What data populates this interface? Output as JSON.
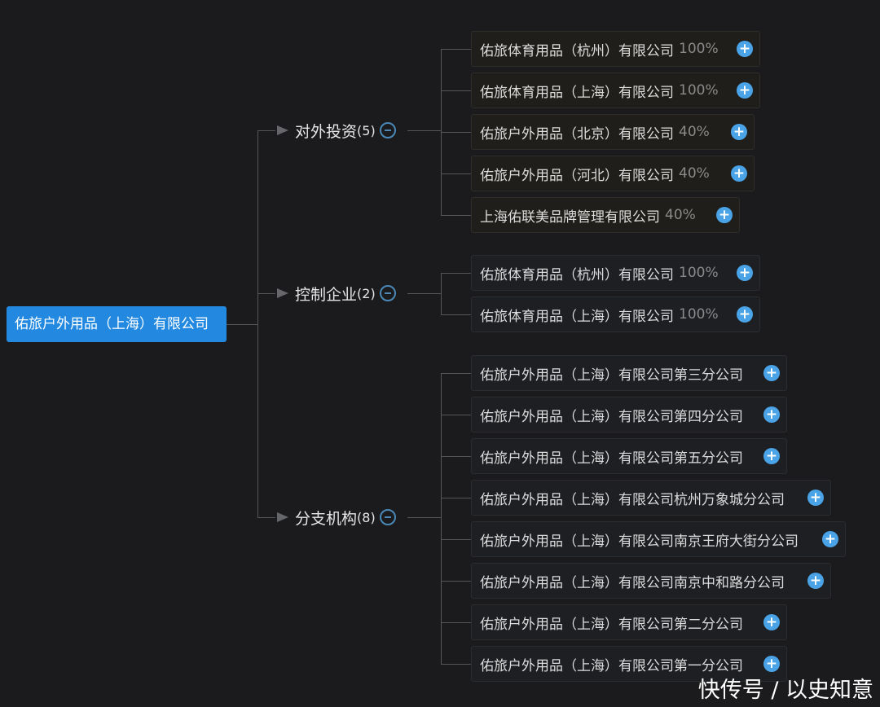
{
  "root": {
    "label": "佑旅户外用品（上海）有限公司",
    "color": "#2389e0"
  },
  "categories": [
    {
      "label": "对外投资",
      "count": "(5)",
      "nodes": [
        {
          "name": "佑旅体育用品（杭州）有限公司",
          "pct": "100%"
        },
        {
          "name": "佑旅体育用品（上海）有限公司",
          "pct": "100%"
        },
        {
          "name": "佑旅户外用品（北京）有限公司",
          "pct": "40%"
        },
        {
          "name": "佑旅户外用品（河北）有限公司",
          "pct": "40%"
        },
        {
          "name": "上海佑联美品牌管理有限公司",
          "pct": "40%"
        }
      ]
    },
    {
      "label": "控制企业",
      "count": "(2)",
      "nodes": [
        {
          "name": "佑旅体育用品（杭州）有限公司",
          "pct": "100%"
        },
        {
          "name": "佑旅体育用品（上海）有限公司",
          "pct": "100%"
        }
      ]
    },
    {
      "label": "分支机构",
      "count": "(8)",
      "nodes": [
        {
          "name": "佑旅户外用品（上海）有限公司第三分公司"
        },
        {
          "name": "佑旅户外用品（上海）有限公司第四分公司"
        },
        {
          "name": "佑旅户外用品（上海）有限公司第五分公司"
        },
        {
          "name": "佑旅户外用品（上海）有限公司杭州万象城分公司"
        },
        {
          "name": "佑旅户外用品（上海）有限公司南京王府大街分公司"
        },
        {
          "name": "佑旅户外用品（上海）有限公司南京中和路分公司"
        },
        {
          "name": "佑旅户外用品（上海）有限公司第二分公司"
        },
        {
          "name": "佑旅户外用品（上海）有限公司第一分公司"
        }
      ]
    }
  ],
  "watermark": "快传号 / 以史知意"
}
